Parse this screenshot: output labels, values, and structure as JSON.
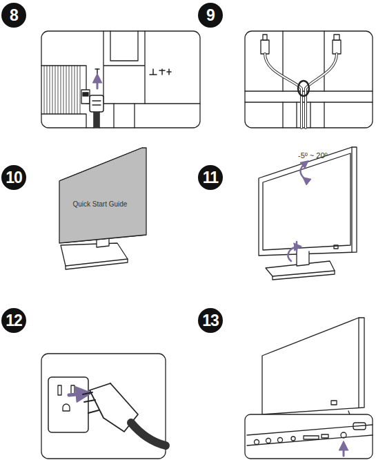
{
  "diagram": {
    "nodes": [
      {
        "text": [
          "Quick Start Guide"
        ]
      }
    ],
    "labels": [
      "8",
      "9",
      "10",
      "11",
      "12",
      "13",
      "-5º ~ 20º"
    ]
  }
}
